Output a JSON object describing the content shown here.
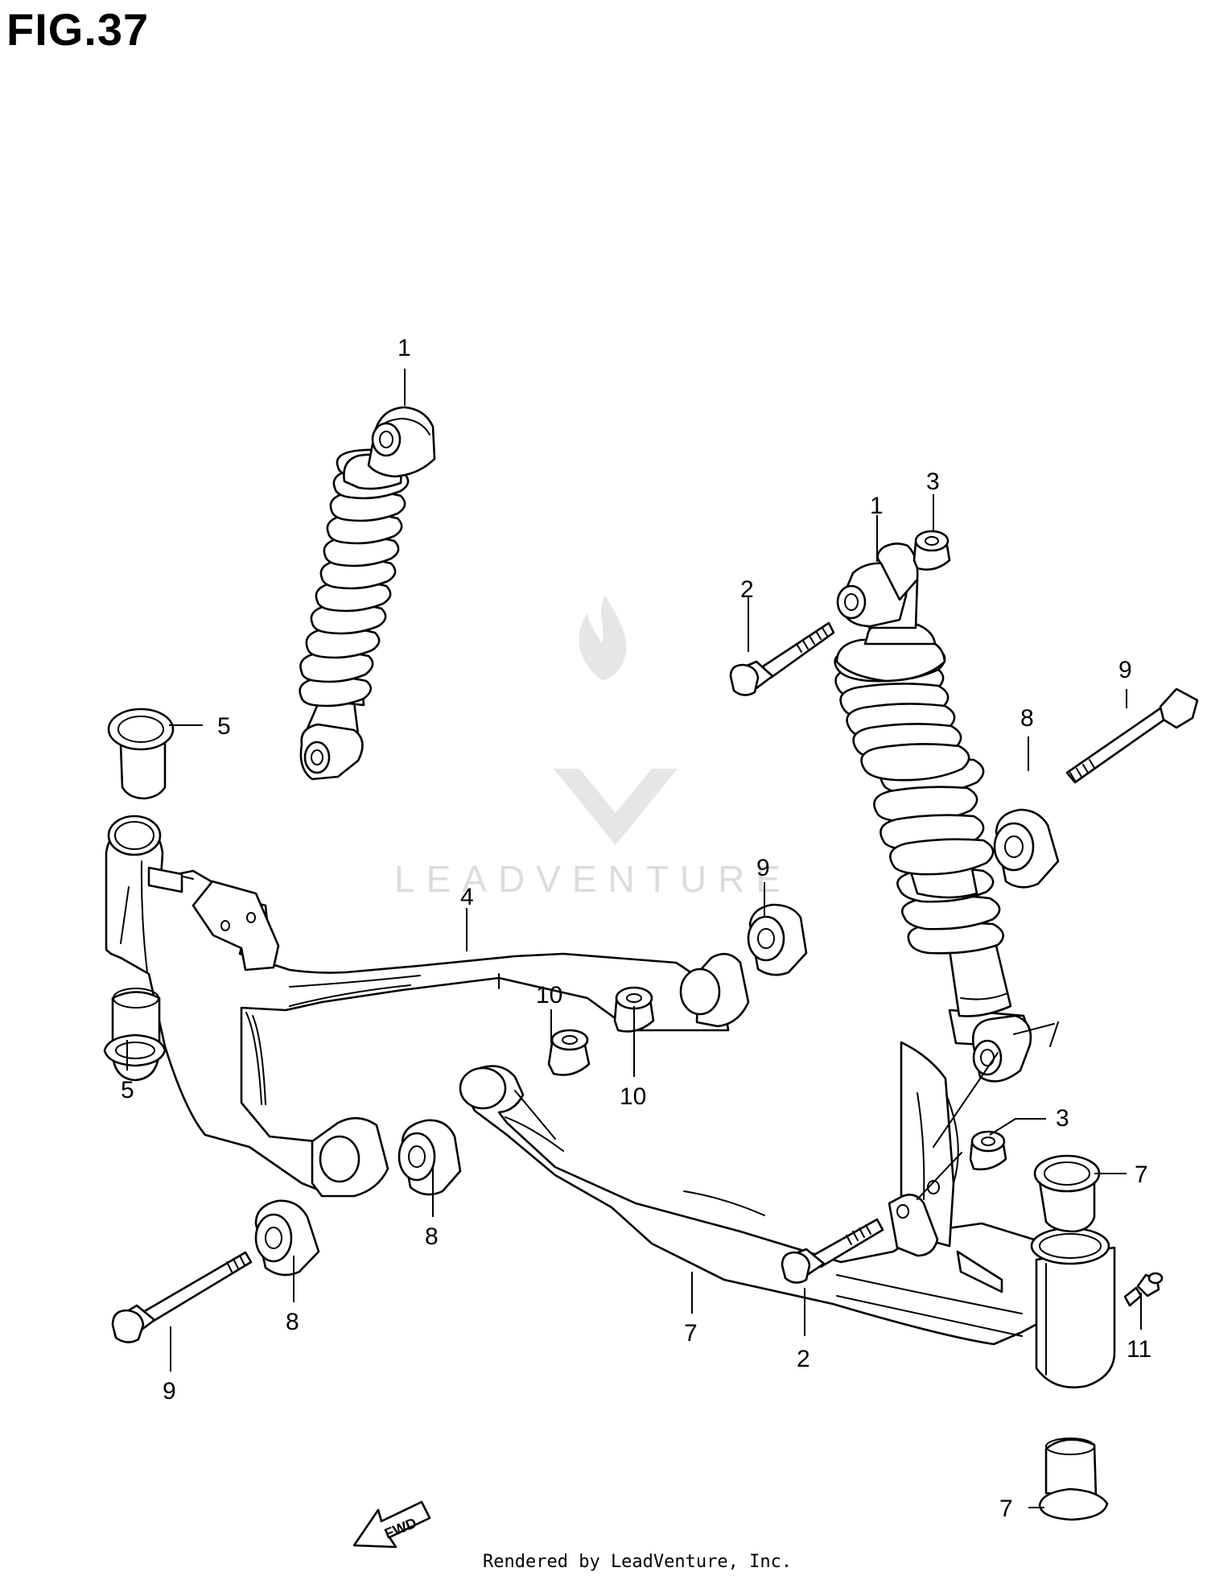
{
  "figure": {
    "title": "FIG.37"
  },
  "watermark": {
    "brand_text": "LEADVENTURE"
  },
  "fwd_arrow": {
    "label": "FWD"
  },
  "footer": {
    "rendered_by": "Rendered by LeadVenture, Inc."
  },
  "callouts": [
    {
      "id": "c1a",
      "label": "1"
    },
    {
      "id": "c1b",
      "label": "1"
    },
    {
      "id": "c2a",
      "label": "2"
    },
    {
      "id": "c2b",
      "label": "2"
    },
    {
      "id": "c3a",
      "label": "3"
    },
    {
      "id": "c3b",
      "label": "3"
    },
    {
      "id": "c4",
      "label": "4"
    },
    {
      "id": "c5a",
      "label": "5"
    },
    {
      "id": "c5b",
      "label": "5"
    },
    {
      "id": "c7a",
      "label": "7"
    },
    {
      "id": "c7b",
      "label": "7"
    },
    {
      "id": "c7c",
      "label": "7"
    },
    {
      "id": "c8a",
      "label": "8"
    },
    {
      "id": "c8b",
      "label": "8"
    },
    {
      "id": "c8c",
      "label": "8"
    },
    {
      "id": "c9a",
      "label": "9"
    },
    {
      "id": "c9b",
      "label": "9"
    },
    {
      "id": "c9c",
      "label": "9"
    },
    {
      "id": "c10a",
      "label": "10"
    },
    {
      "id": "c10b",
      "label": "10"
    },
    {
      "id": "c11",
      "label": "11"
    }
  ]
}
